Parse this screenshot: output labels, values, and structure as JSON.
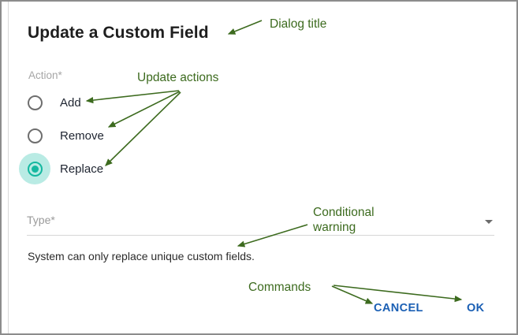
{
  "dialog": {
    "title": "Update a Custom Field",
    "action_group": {
      "label": "Action*",
      "options": [
        {
          "label": "Add",
          "selected": false
        },
        {
          "label": "Remove",
          "selected": false
        },
        {
          "label": "Replace",
          "selected": true
        }
      ]
    },
    "type_field": {
      "placeholder": "Type*",
      "value": "",
      "chevron_icon": "chevron-down-icon"
    },
    "warning": "System can only replace unique custom fields.",
    "buttons": {
      "cancel": "CANCEL",
      "ok": "OK"
    }
  },
  "annotations": {
    "dialog_title": "Dialog title",
    "update_actions": "Update actions",
    "conditional_warning_line1": "Conditional",
    "conditional_warning_line2": "warning",
    "commands": "Commands"
  },
  "colors": {
    "annotation_green": "#3d6b1f",
    "selected_radio_teal": "#14b8a0",
    "selected_radio_ripple": "#b9ebe4",
    "button_blue": "#1a5fb4",
    "title_text": "#1e1e1e",
    "muted_label": "#a6a6a6",
    "border_grey": "#8c8c8c"
  }
}
